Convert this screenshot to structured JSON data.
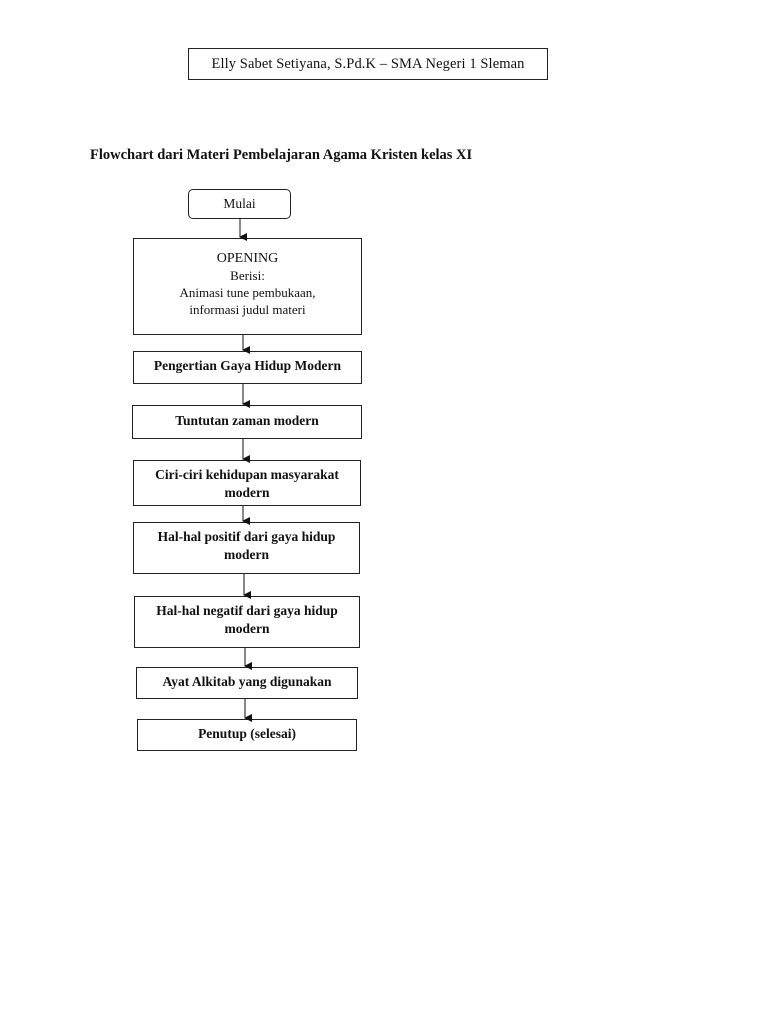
{
  "header": {
    "text": "Elly Sabet Setiyana, S.Pd.K – SMA Negeri 1 Sleman"
  },
  "title": "Flowchart dari Materi Pembelajaran Agama Kristen kelas XI",
  "flowchart": {
    "start": "Mulai",
    "opening": {
      "title": "OPENING",
      "label": "Berisi:",
      "desc": "Animasi tune pembukaan,\ninformasi judul materi"
    },
    "steps": [
      "Pengertian Gaya Hidup Modern",
      "Tuntutan zaman modern",
      "Ciri-ciri kehidupan masyarakat modern",
      "Hal-hal positif dari gaya hidup modern",
      "Hal-hal negatif dari gaya hidup modern",
      "Ayat Alkitab yang digunakan",
      "Penutup (selesai)"
    ]
  }
}
